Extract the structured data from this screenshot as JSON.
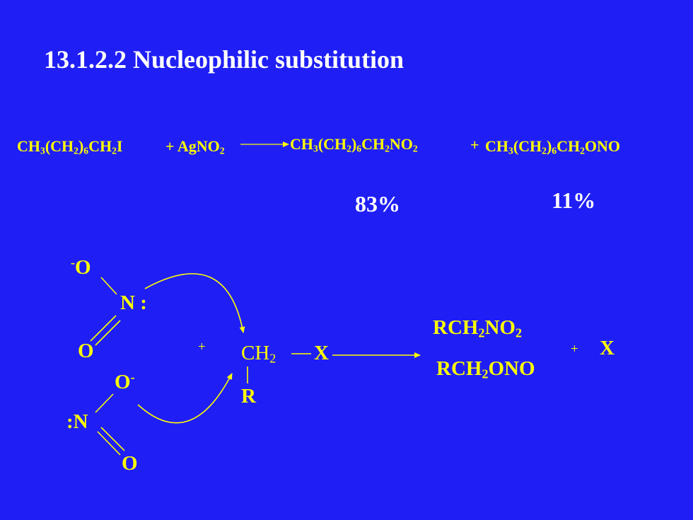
{
  "title": "13.1.2.2 Nucleophilic substitution",
  "equation": {
    "reactant_a": [
      "CH",
      "3",
      "(CH",
      "2",
      ")",
      "6",
      "CH",
      "2",
      "I"
    ],
    "plus_agno2": [
      "+ AgNO",
      "2"
    ],
    "product_nitro": [
      "CH",
      "3",
      "(CH",
      "2",
      ")",
      "6",
      "CH",
      "2",
      "NO",
      "2"
    ],
    "plus": "+",
    "product_nitrite": [
      "CH",
      "3",
      "(CH",
      "2",
      ")",
      "6",
      "CH",
      "2",
      "ONO"
    ]
  },
  "yields": {
    "nitro": "83%",
    "nitrite": "11%"
  },
  "mechanism": {
    "top_nitrite": {
      "o_charge": "-",
      "o_label": "O",
      "n_label": "N",
      "lone_pair": ":",
      "o_bottom": "O"
    },
    "bottom_nitrite": {
      "o_label": "O",
      "o_charge": "-",
      "lone_pair": ":",
      "n_label": "N",
      "o_bottom": "O"
    },
    "plus_small": "+",
    "substrate": {
      "ch2": [
        "CH",
        "2"
      ],
      "x": "X",
      "r": "R"
    },
    "products": {
      "nitro": [
        "RCH",
        "2",
        "NO",
        "2"
      ],
      "nitrite": [
        "RCH",
        "2",
        "ONO"
      ]
    },
    "plus_right": "+",
    "leaving_group": "X"
  },
  "colors": {
    "background": "#1f1ff5",
    "title": "#ffffff",
    "chem": "#ffff00"
  }
}
